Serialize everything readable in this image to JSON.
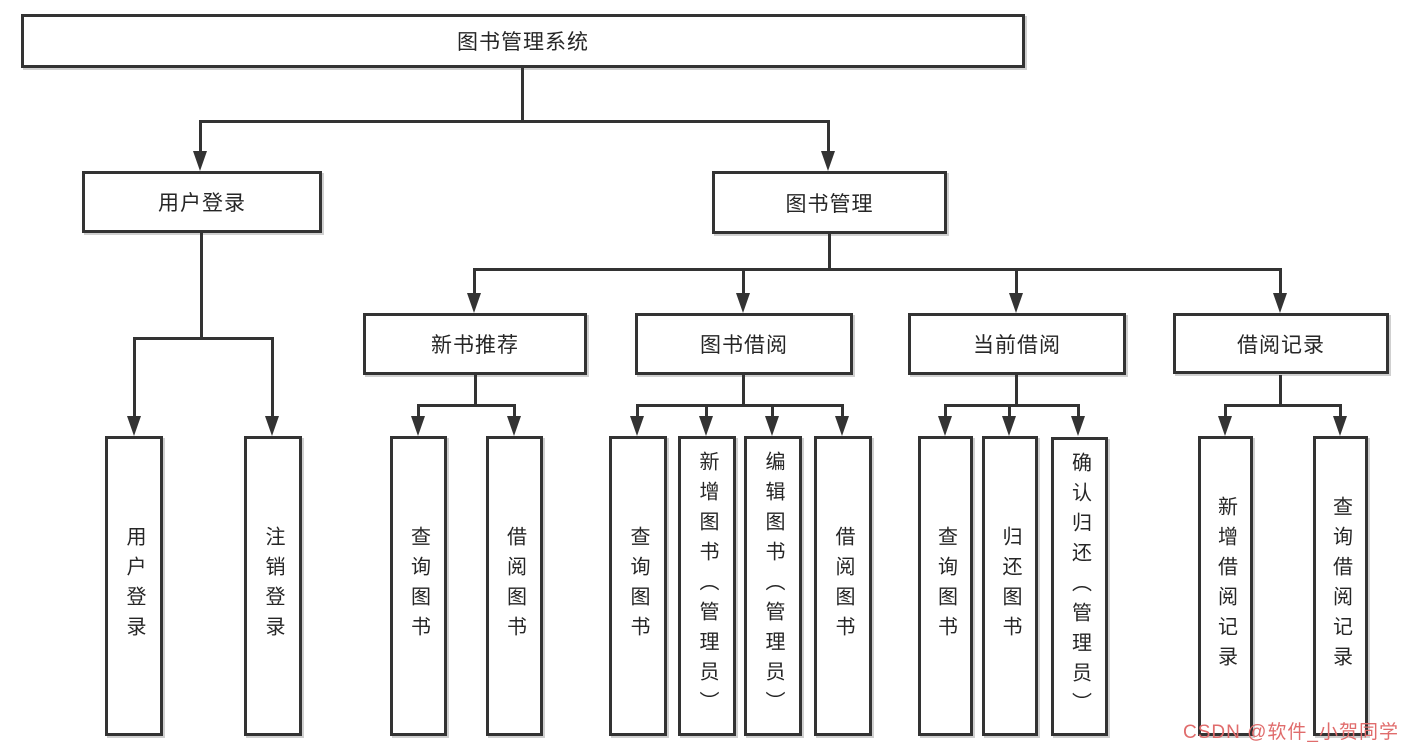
{
  "diagram": {
    "tree": {
      "root": {
        "label": "图书管理系统"
      },
      "level2": [
        {
          "label": "用户登录"
        },
        {
          "label": "图书管理"
        }
      ],
      "level3": [
        {
          "label": "新书推荐"
        },
        {
          "label": "图书借阅"
        },
        {
          "label": "当前借阅"
        },
        {
          "label": "借阅记录"
        }
      ],
      "leaves": {
        "userLogin": [
          "用户登录",
          "注销登录"
        ],
        "newBookRecommend": [
          "查询图书",
          "借阅图书"
        ],
        "bookBorrow": [
          "查询图书",
          "新增图书（管理员）",
          "编辑图书（管理员）",
          "借阅图书"
        ],
        "currentBorrow": [
          "查询图书",
          "归还图书",
          "确认归还（管理员）"
        ],
        "borrowRecord": [
          "新增借阅记录",
          "查询借阅记录"
        ]
      }
    },
    "watermark": {
      "text": "CSDN @软件_小贺同学",
      "color": "#e06c6c"
    },
    "colors": {
      "line": "#333333",
      "border": "#333333",
      "text": "#262626",
      "background": "#ffffff"
    }
  }
}
